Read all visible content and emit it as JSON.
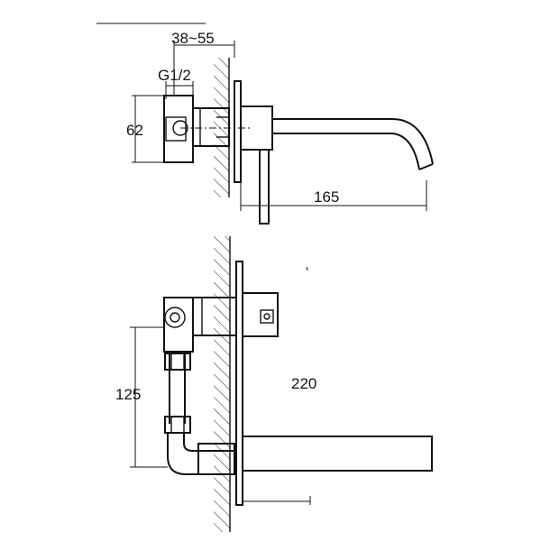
{
  "drawing": {
    "dimensions": {
      "wall_depth": "38~55",
      "thread": "G1/2",
      "body_height": "62",
      "spout_reach": "165",
      "overall_height": "220",
      "outlet_spacing": "125"
    }
  }
}
